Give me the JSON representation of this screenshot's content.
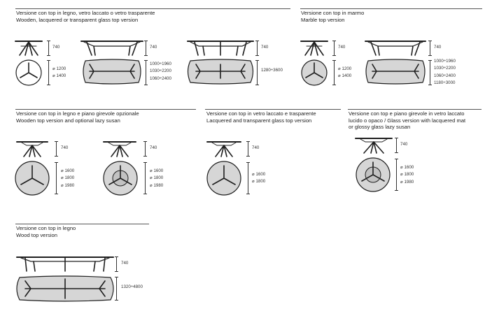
{
  "colors": {
    "line": "#1f1f1f",
    "top_fill": "#d6d6d6",
    "lazy_susan_fill": "#c2c2c2",
    "rule": "#555555"
  },
  "sections": {
    "wood_lacquered_glass": {
      "title_it": "Versione con top in legno, vetro laccato o vetro trasparente",
      "title_en": "Wooden, lacquered or transparent glass top version"
    },
    "marble": {
      "title_it": "Versione con top in marmo",
      "title_en": "Marble top version"
    },
    "wood_lazy_susan": {
      "title_it": "Versione con top in legno e piano girevole opzionale",
      "title_en": "Wooden top version and optional lazy susan"
    },
    "glass": {
      "title_it": "Versione con top in vetro laccato e trasparente",
      "title_en": "Lacquered and transparent glass top version"
    },
    "glass_lazy_susan": {
      "title_it": "Versione con top e piano girevole in vetro laccato",
      "title_en_1": "lucido o opaco / Glass version with lacquered mat",
      "title_en_2": "or glossy glass lazy susan"
    },
    "wood_long": {
      "title_it": "Versione con top in legno",
      "title_en": "Wood top version"
    }
  },
  "dims": {
    "height": "740",
    "round_small": [
      "⌀ 1200",
      "⌀ 1400"
    ],
    "oval_mid": [
      "1000÷1960",
      "1030÷2200",
      "1060÷2400"
    ],
    "oval_long": "1280÷3600",
    "marble_oval": [
      "1000÷1960",
      "1030÷2200",
      "1060÷2400",
      "1180÷3000"
    ],
    "round_large": [
      "⌀ 1600",
      "⌀ 1800",
      "⌀ 1980"
    ],
    "round_glass": [
      "⌀ 1600",
      "⌀ 1800"
    ],
    "wood_long": "1320÷4800"
  }
}
